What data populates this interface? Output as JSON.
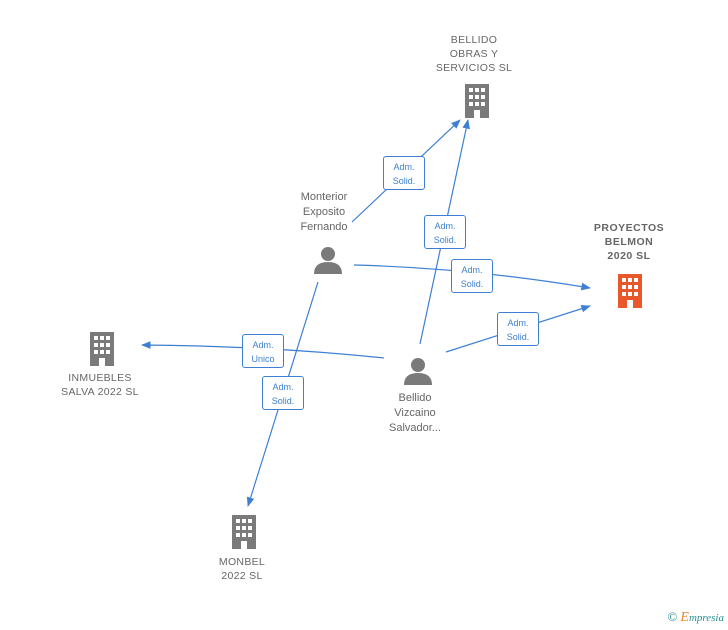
{
  "nodes": {
    "bellido_obras": {
      "label": "BELLIDO\nOBRAS Y\nSERVICIOS  SL",
      "type": "company"
    },
    "proyectos_belmon": {
      "label": "PROYECTOS\nBELMON\n2020  SL",
      "type": "company",
      "highlight": true
    },
    "inmuebles_salva": {
      "label": "INMUEBLES\nSALVA 2022  SL",
      "type": "company"
    },
    "monbel": {
      "label": "MONBEL\n2022  SL",
      "type": "company"
    },
    "monterior": {
      "label": "Monterior\nExposito\nFernando",
      "type": "person"
    },
    "bellido_vizcaino": {
      "label": "Bellido\nVizcaino\nSalvador...",
      "type": "person"
    }
  },
  "edges": [
    {
      "from": "monterior",
      "to": "bellido_obras",
      "line1": "Adm.",
      "line2": "Solid."
    },
    {
      "from": "bellido_vizcaino",
      "to": "bellido_obras",
      "line1": "Adm.",
      "line2": "Solid."
    },
    {
      "from": "monterior",
      "to": "proyectos_belmon",
      "line1": "Adm.",
      "line2": "Solid."
    },
    {
      "from": "bellido_vizcaino",
      "to": "proyectos_belmon",
      "line1": "Adm.",
      "line2": "Solid."
    },
    {
      "from": "bellido_vizcaino",
      "to": "inmuebles_salva",
      "line1": "Adm.",
      "line2": "Unico"
    },
    {
      "from": "monterior",
      "to": "monbel",
      "line1": "Adm.",
      "line2": "Solid."
    }
  ],
  "colors": {
    "edge": "#3c7fd4",
    "node": "#7a7a7a",
    "highlight": "#e8582a"
  },
  "footer": {
    "copyright": "©",
    "brand_first": "E",
    "brand_rest": "mpresia"
  }
}
